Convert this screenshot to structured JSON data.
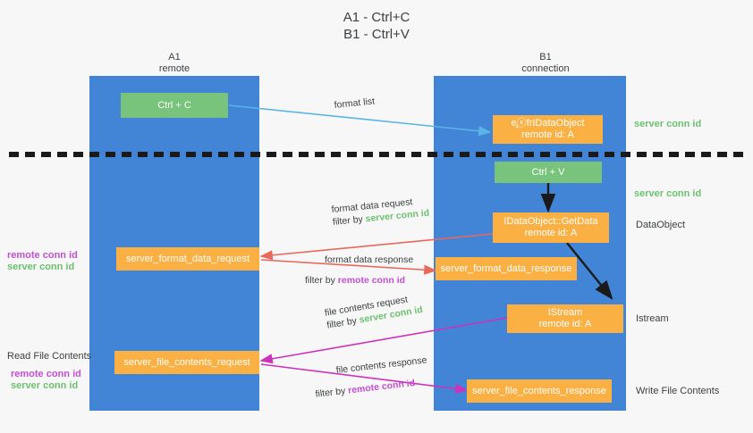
{
  "title": "A1 - Ctrl+C\nB1 - Ctrl+V",
  "lanes": [
    {
      "name": "A1",
      "sub": "remote",
      "header": "A1\nremote"
    },
    {
      "name": "B1",
      "sub": "connection",
      "header": "B1\nconnection"
    }
  ],
  "nodes": {
    "ctrl_c": {
      "line1": "Ctrl + C",
      "line2": ""
    },
    "ctrl_v": {
      "line1": "Ctrl + V",
      "line2": ""
    },
    "idataobject": {
      "line1": "e̢ⓧfrIDataObject",
      "line2": "remote id: A"
    },
    "getdata": {
      "line1": "IDataObject::GetData",
      "line2": "remote id: A"
    },
    "istream": {
      "line1": "IStream",
      "line2": "remote id: A"
    },
    "sfdreq": {
      "line1": "server_format_data_request",
      "line2": ""
    },
    "sfdres": {
      "line1": "server_format_data_response",
      "line2": ""
    },
    "sfcreq": {
      "line1": "server_file_contents_request",
      "line2": ""
    },
    "sfcres": {
      "line1": "server_file_contents_response",
      "line2": ""
    }
  },
  "edge_labels": {
    "format_list": "format list",
    "fdr_line1": "format data request",
    "fdr_prefix": "filter by ",
    "fdr_key": "server conn id",
    "fdres_line1": "format data response",
    "fdres_prefix": "filter by ",
    "fdres_key": "remote conn id",
    "fcr_line1": "file contents request",
    "fcr_prefix": "filter by ",
    "fcr_key": "server conn id",
    "fcres_line1": "file contents response",
    "fcres_prefix": "filter by ",
    "fcres_key": "remote conn id"
  },
  "annotations": {
    "right_server_conn_1": "server conn id",
    "right_server_conn_2": "server conn id",
    "right_dataobject": "DataObject",
    "right_istream": "Istream",
    "right_write_file": "Write File Contents",
    "left_mid_remote": "remote conn id",
    "left_mid_server": "server conn id",
    "left_read_file": "Read File Contents",
    "left_low_remote": "remote conn id",
    "left_low_server": "server conn id"
  },
  "colors": {
    "lane": "#4285d6",
    "orange": "#fbb044",
    "green": "#78c47d",
    "green_text": "#6cc16f",
    "purple_text": "#c24fd4",
    "arrow_blue": "#5ab4e5",
    "arrow_red": "#e8685c",
    "arrow_magenta": "#cc33bb",
    "arrow_dark": "#1a1a1a",
    "background": "#f7f7f7"
  }
}
